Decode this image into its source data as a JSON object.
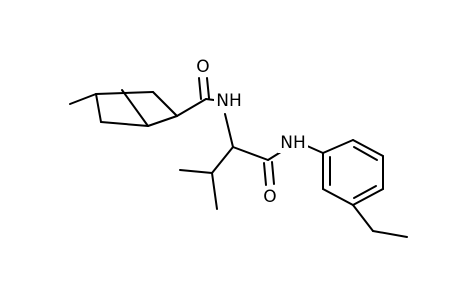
{
  "diagram": {
    "background_color": "#ffffff",
    "stroke_color": "#000000",
    "atoms": {
      "carbonyl_oxygen_left": "O",
      "amide_nh_left": "NH",
      "carbonyl_oxygen_right": "O",
      "amide_nh_right": "NH"
    }
  }
}
